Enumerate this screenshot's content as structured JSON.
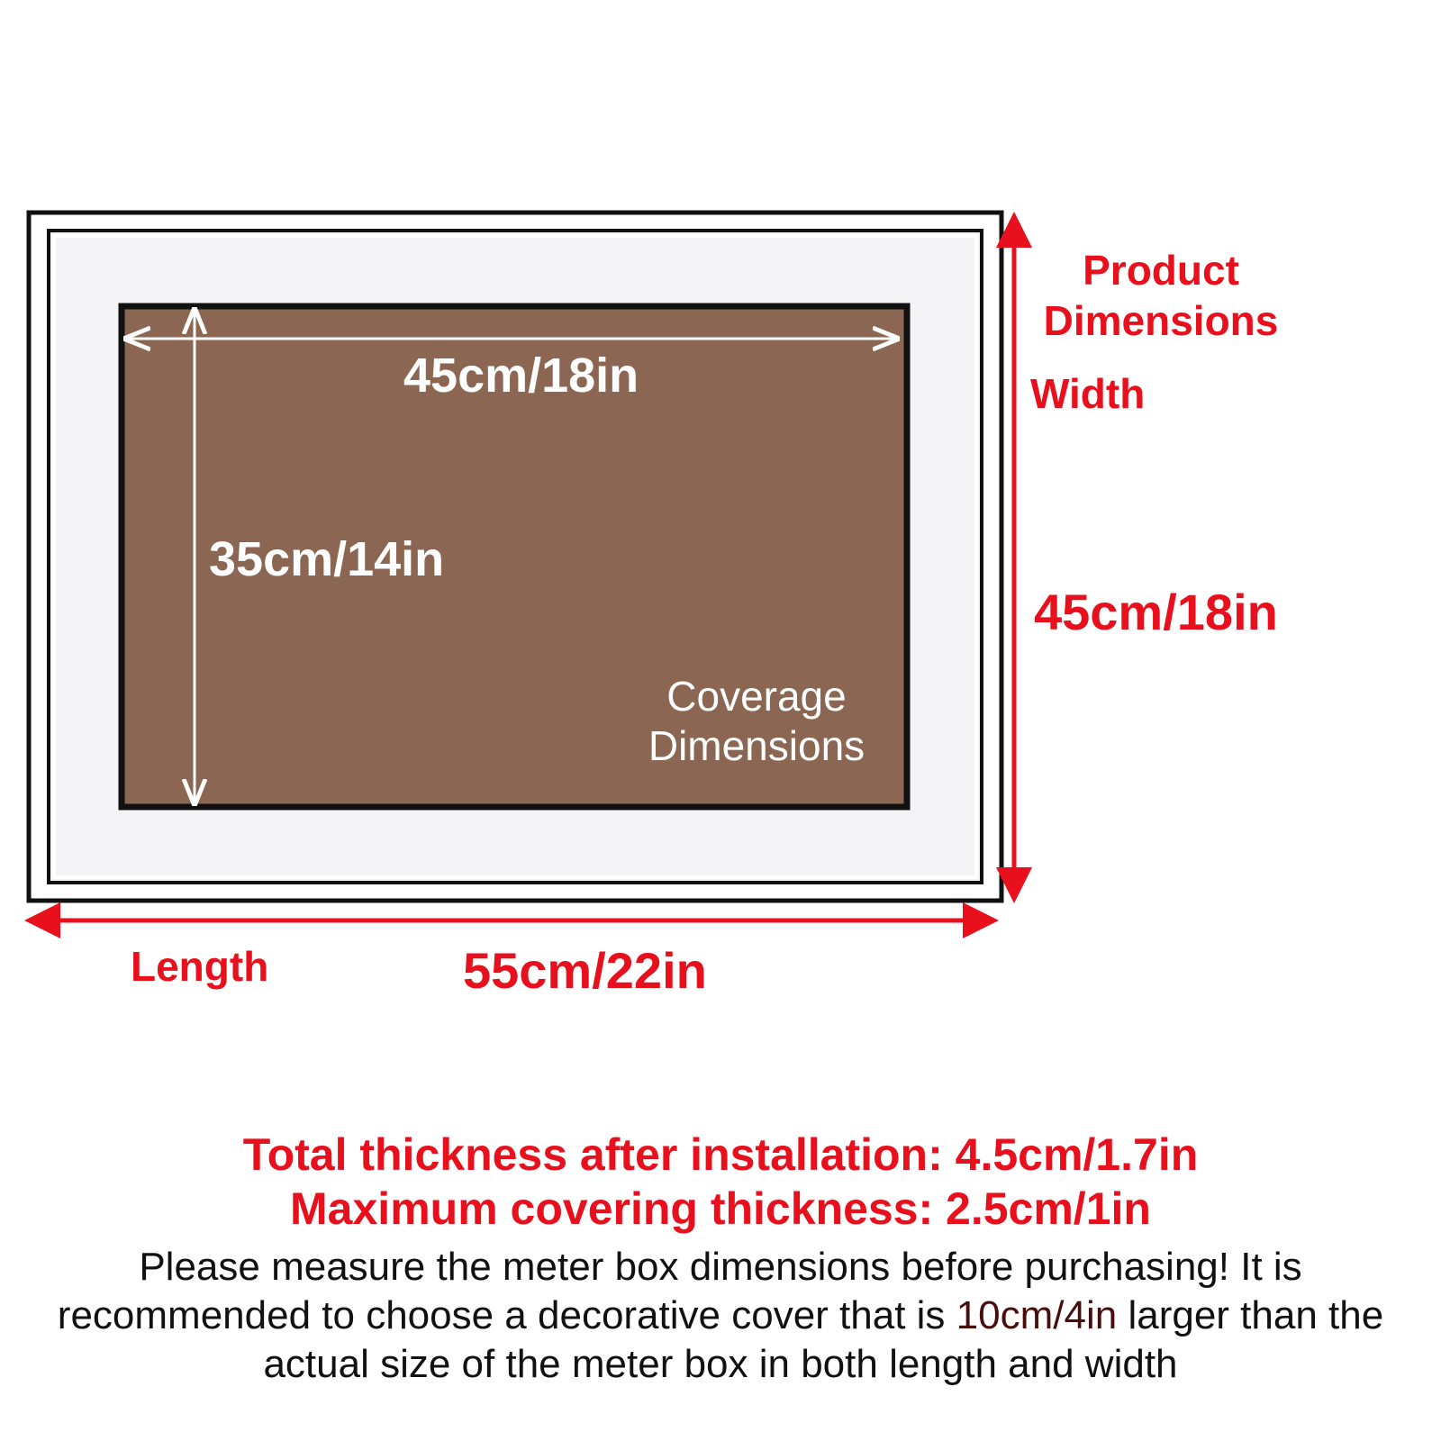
{
  "colors": {
    "accent_red": "#e8101c",
    "highlight_dark_red": "#4a0d0d",
    "coverage_brown": "#8b6652",
    "frame_white": "#f4f4f6",
    "outline_black": "#111111"
  },
  "coverage": {
    "width_label": "45cm/18in",
    "height_label": "35cm/14in",
    "title_line1": "Coverage",
    "title_line2": "Dimensions"
  },
  "product": {
    "title_line1": "Product",
    "title_line2": "Dimensions",
    "width_word": "Width",
    "width_value": "45cm/18in",
    "length_word": "Length",
    "length_value": "55cm/22in"
  },
  "notes": {
    "total_thickness": "Total thickness after installation: 4.5cm/1.7in",
    "max_thickness": "Maximum covering thickness: 2.5cm/1in",
    "advice_part1": "Please measure the meter box dimensions before purchasing! It is recommended to choose a decorative cover that is ",
    "advice_highlight": "10cm/4in",
    "advice_part2": " larger than the actual size of the meter box in both length and width"
  }
}
